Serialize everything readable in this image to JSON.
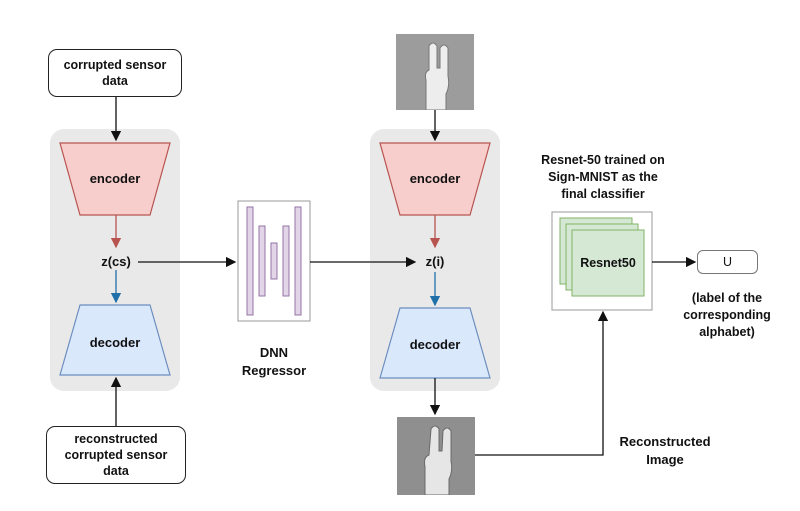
{
  "left": {
    "input_box": "corrupted sensor\ndata",
    "encoder": "encoder",
    "latent": "z(cs)",
    "decoder": "decoder",
    "output_box": "reconstructed\ncorrupted sensor\ndata"
  },
  "regressor": {
    "label": "DNN\nRegressor"
  },
  "right": {
    "encoder": "encoder",
    "latent": "z(i)",
    "decoder": "decoder",
    "reconstructed_label": "Reconstructed\nImage"
  },
  "classifier": {
    "title": "Resnet-50 trained on\nSign-MNIST as the\nfinal classifier",
    "inner_label": "Resnet50",
    "output_value": "U",
    "output_caption": "(label of the\ncorresponding\nalphabet)"
  },
  "colors": {
    "encoder_fill": "#f8cecc",
    "encoder_stroke": "#b85450",
    "decoder_fill": "#dae8fc",
    "decoder_stroke": "#6c8ebf",
    "regressor_fill": "#e1d5e7",
    "regressor_stroke": "#9673a6",
    "resnet_fill": "#d5e8d4",
    "resnet_stroke": "#82b366",
    "panel": "#e9e9e9"
  }
}
